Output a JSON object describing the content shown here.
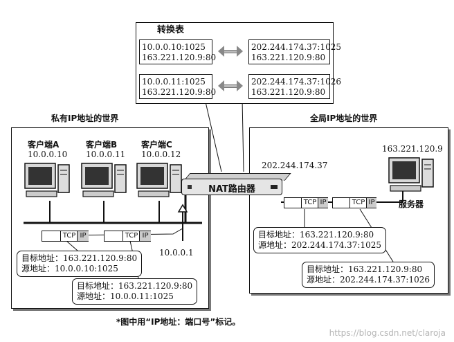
{
  "table": {
    "title": "转换表",
    "rows": [
      {
        "private_ip_port": "10.0.0.10:1025",
        "private_dest": "163.221.120.9:80",
        "global_ip_port": "202.244.174.37:1025",
        "global_dest": "163.221.120.9:80"
      },
      {
        "private_ip_port": "10.0.0.11:1025",
        "private_dest": "163.221.120.9:80",
        "global_ip_port": "202.244.174.37:1026",
        "global_dest": "163.221.120.9:80"
      }
    ]
  },
  "private_world": {
    "title": "私有IP地址的世界",
    "clients": [
      {
        "name": "客户端A",
        "ip": "10.0.0.10"
      },
      {
        "name": "客户端B",
        "ip": "10.0.0.11"
      },
      {
        "name": "客户端C",
        "ip": "10.0.0.12"
      }
    ],
    "router_inner_ip": "10.0.0.1",
    "label_a": {
      "line1": "目标地址：163.221.120.9:80",
      "line2": "源地址：10.0.0.10:1025"
    },
    "label_b": {
      "line1": "目标地址：163.221.120.9:80",
      "line2": "源地址：10.0.0.11:1025"
    }
  },
  "global_world": {
    "title": "全局IP地址的世界",
    "router_outer_ip": "202.244.174.37",
    "server_ip": "163.221.120.9",
    "server_name": "服务器",
    "label_1": {
      "line1": "目标地址：163.221.120.9:80",
      "line2": "源地址：202.244.174.37:1025"
    },
    "label_2": {
      "line1": "目标地址：163.221.120.9:80",
      "line2": "源地址：202.244.174.37:1026"
    }
  },
  "router": {
    "label": "NAT路由器"
  },
  "packet": {
    "tcp": "TCP",
    "ip": "IP"
  },
  "footnote": "*图中用“IP地址：端口号”标记。",
  "watermark": "https://blog.csdn.net/claroja"
}
